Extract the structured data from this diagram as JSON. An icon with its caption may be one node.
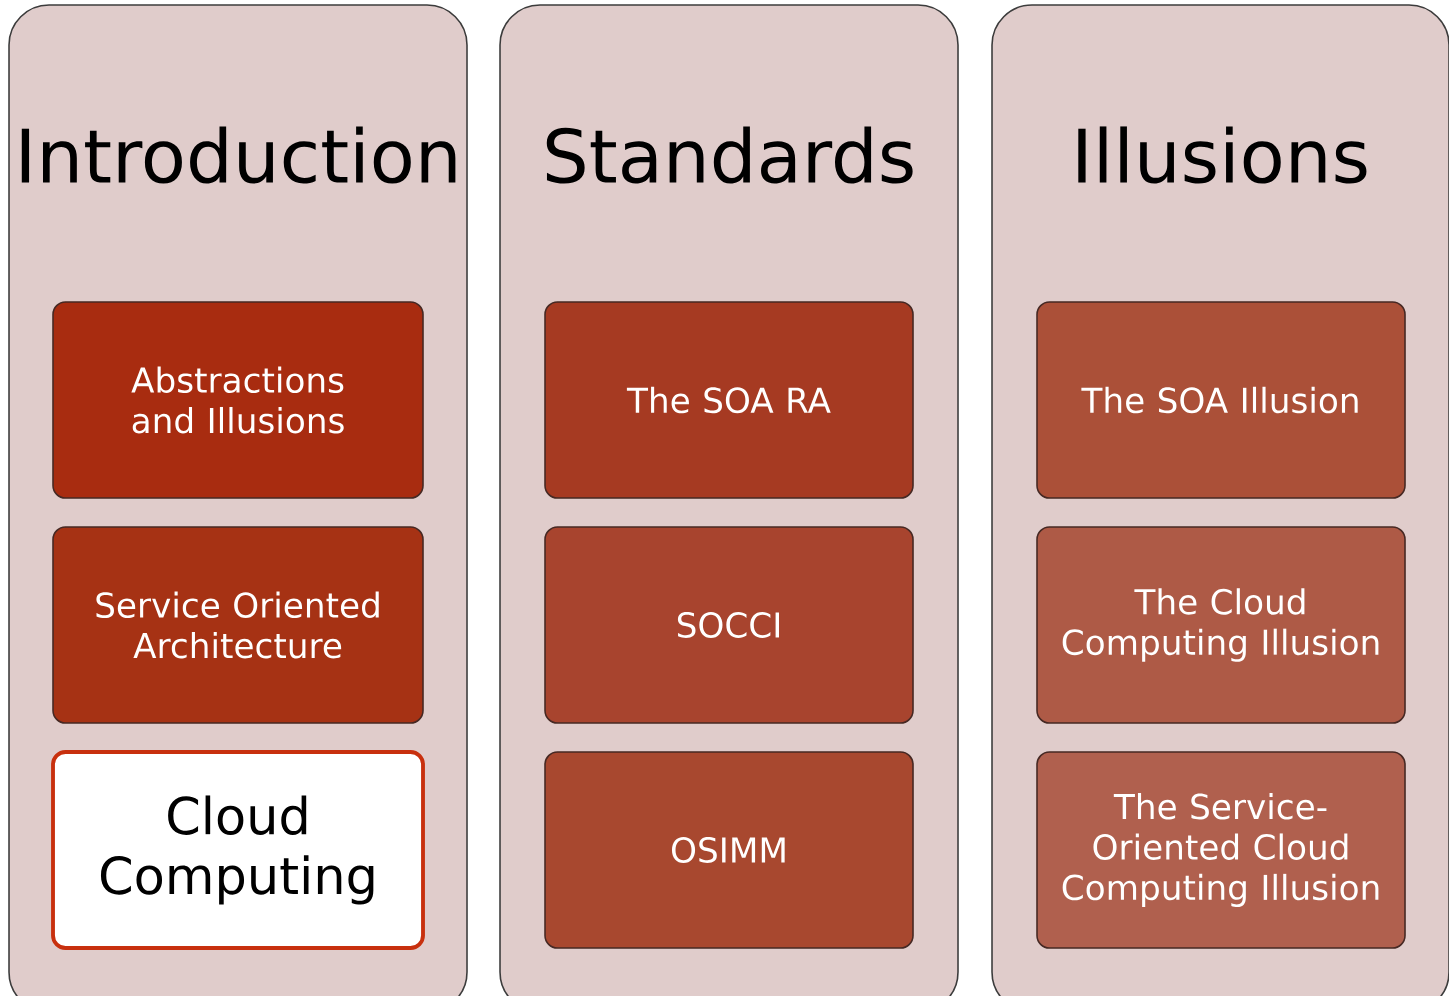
{
  "diagram": {
    "nodes": [
      {
        "text": [
          "Introduction"
        ]
      },
      {
        "text": [
          "Abstractions and Illusions"
        ],
        "in": 0
      },
      {
        "text": [
          "Service Oriented Architecture"
        ],
        "in": 0
      },
      {
        "text": [
          "Cloud Computing"
        ],
        "in": 0
      },
      {
        "text": [
          "Standards"
        ]
      },
      {
        "text": [
          "The SOA RA"
        ],
        "in": 4
      },
      {
        "text": [
          "SOCCI"
        ],
        "in": 4
      },
      {
        "text": [
          "OSIMM"
        ],
        "in": 4
      },
      {
        "text": [
          "Illusions"
        ]
      },
      {
        "text": [
          "The SOA Illusion"
        ],
        "in": 8
      },
      {
        "text": [
          "The Cloud Computing Illusion"
        ],
        "in": 8
      },
      {
        "text": [
          "The Service-Oriented Cloud Computing Illusion"
        ],
        "in": 8
      }
    ]
  }
}
